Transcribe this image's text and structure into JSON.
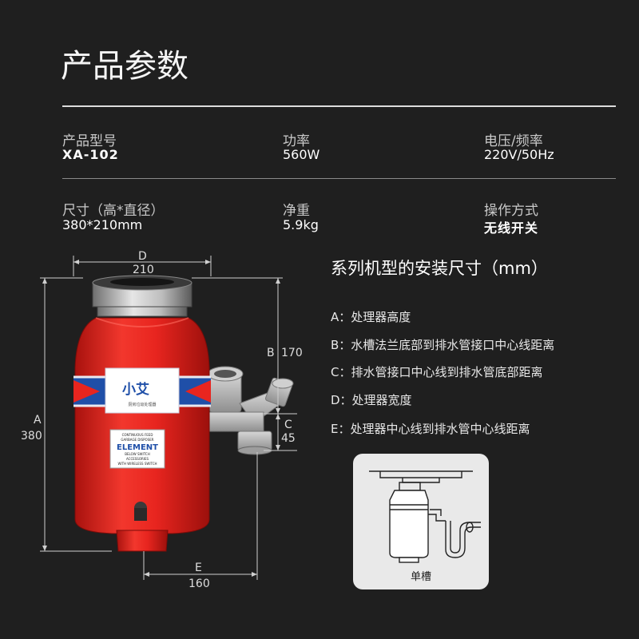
{
  "header": {
    "title": "产品参数"
  },
  "specs": {
    "model_label": "产品型号",
    "model_value": "XA-102",
    "power_label": "功率",
    "power_value": "560W",
    "voltage_label": "电压/频率",
    "voltage_value": "220V/50Hz",
    "size_label": "尺寸（高*直径）",
    "size_value": "380*210mm",
    "weight_label": "净重",
    "weight_value": "5.9kg",
    "operation_label": "操作方式",
    "operation_value": "无线开关"
  },
  "dimensions": {
    "d_letter": "D",
    "d_value": "210",
    "b_letter": "B",
    "b_value": "170",
    "a_letter": "A",
    "a_value": "380",
    "c_letter": "C",
    "c_value": "45",
    "e_letter": "E",
    "e_value": "160"
  },
  "product": {
    "logo_text": "小艾",
    "logo_subtext": "厨房垃圾处理器",
    "plate_top": "CONTINUOUS FEED",
    "plate_line2": "GARBAGE DISPOSER",
    "plate_brand": "ELEMENT",
    "plate_line4": "BELOW SWITCH",
    "plate_line5": "ACCESSORIES",
    "plate_line6": "WITH WIRELESS SWITCH"
  },
  "install": {
    "title": "系列机型的安装尺寸（mm）",
    "items": [
      "A：处理器高度",
      "B：水槽法兰底部到排水管接口中心线距离",
      "C：排水管接口中心线到排水管底部距离",
      "D：处理器宽度",
      "E：处理器中心线到排水管中心线距离"
    ],
    "card_label": "单槽"
  },
  "colors": {
    "background": "#1f1f1f",
    "body_red": "#e8251f",
    "band_blue": "#1f4fa8",
    "pipe_gray": "#b9b9b9",
    "card_bg": "#e9e9e9"
  }
}
